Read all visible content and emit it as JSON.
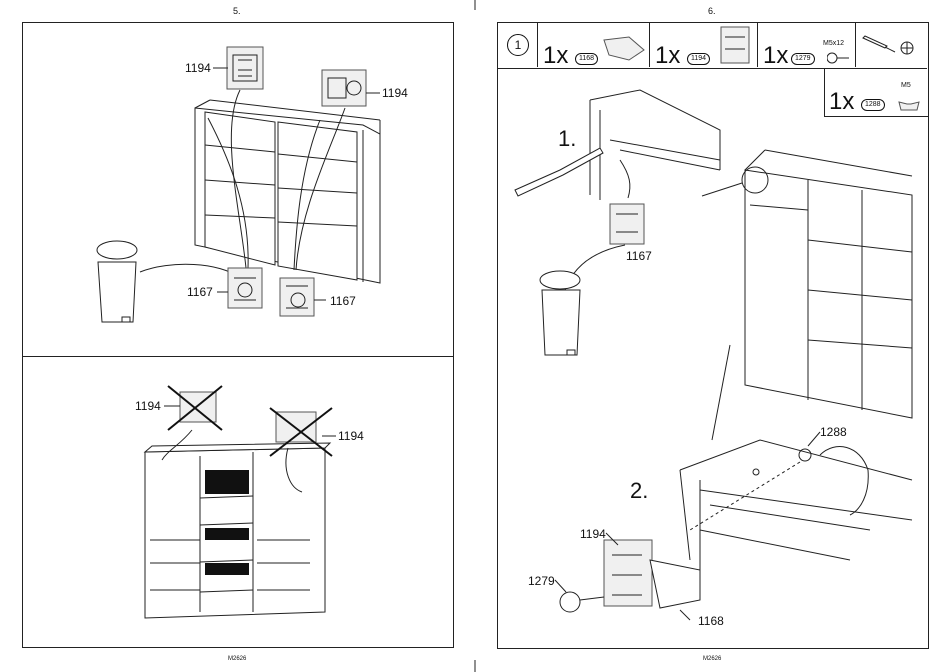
{
  "left_page": {
    "page_number": "5.",
    "footer": "M2626",
    "top_panel": {
      "label_1194_top": "1194",
      "label_1194_right": "1194",
      "label_1167_left": "1167",
      "label_1167_right": "1167"
    },
    "bottom_panel": {
      "label_1194_left": "1194",
      "label_1194_right": "1194"
    }
  },
  "right_page": {
    "page_number": "6.",
    "footer": "M2626",
    "parts_header": {
      "step": "1",
      "items": [
        {
          "qty": "1x",
          "part": "1168"
        },
        {
          "qty": "1x",
          "part": "1194"
        },
        {
          "qty": "1x",
          "part": "1279",
          "spec": "M5x12"
        },
        {
          "qty": "1x",
          "part": "1288",
          "spec": "M5"
        }
      ]
    },
    "step1": {
      "label": "1.",
      "part_label": "1167"
    },
    "step2": {
      "label": "2.",
      "part_1288": "1288",
      "part_1194": "1194",
      "part_1279": "1279",
      "part_1168": "1168"
    }
  }
}
